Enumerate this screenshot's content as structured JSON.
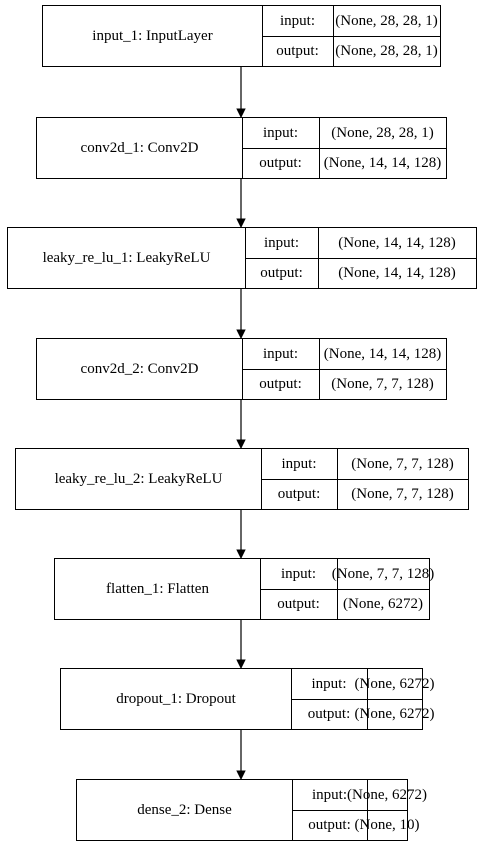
{
  "labels": {
    "input": "input:",
    "output": "output:"
  },
  "layers": [
    {
      "name": "input_1: InputLayer",
      "input": "(None, 28, 28, 1)",
      "output": "(None, 28, 28, 1)"
    },
    {
      "name": "conv2d_1: Conv2D",
      "input": "(None, 28, 28, 1)",
      "output": "(None, 14, 14, 128)"
    },
    {
      "name": "leaky_re_lu_1: LeakyReLU",
      "input": "(None, 14, 14, 128)",
      "output": "(None, 14, 14, 128)"
    },
    {
      "name": "conv2d_2: Conv2D",
      "input": "(None, 14, 14, 128)",
      "output": "(None, 7, 7, 128)"
    },
    {
      "name": "leaky_re_lu_2: LeakyReLU",
      "input": "(None, 7, 7, 128)",
      "output": "(None, 7, 7, 128)"
    },
    {
      "name": "flatten_1: Flatten",
      "input": "(None, 7, 7, 128)",
      "output": "(None, 6272)"
    },
    {
      "name": "dropout_1: Dropout",
      "input": "(None, 6272)",
      "output": "(None, 6272)"
    },
    {
      "name": "dense_2: Dense",
      "input": "(None, 6272)",
      "output": "(None, 10)"
    }
  ]
}
